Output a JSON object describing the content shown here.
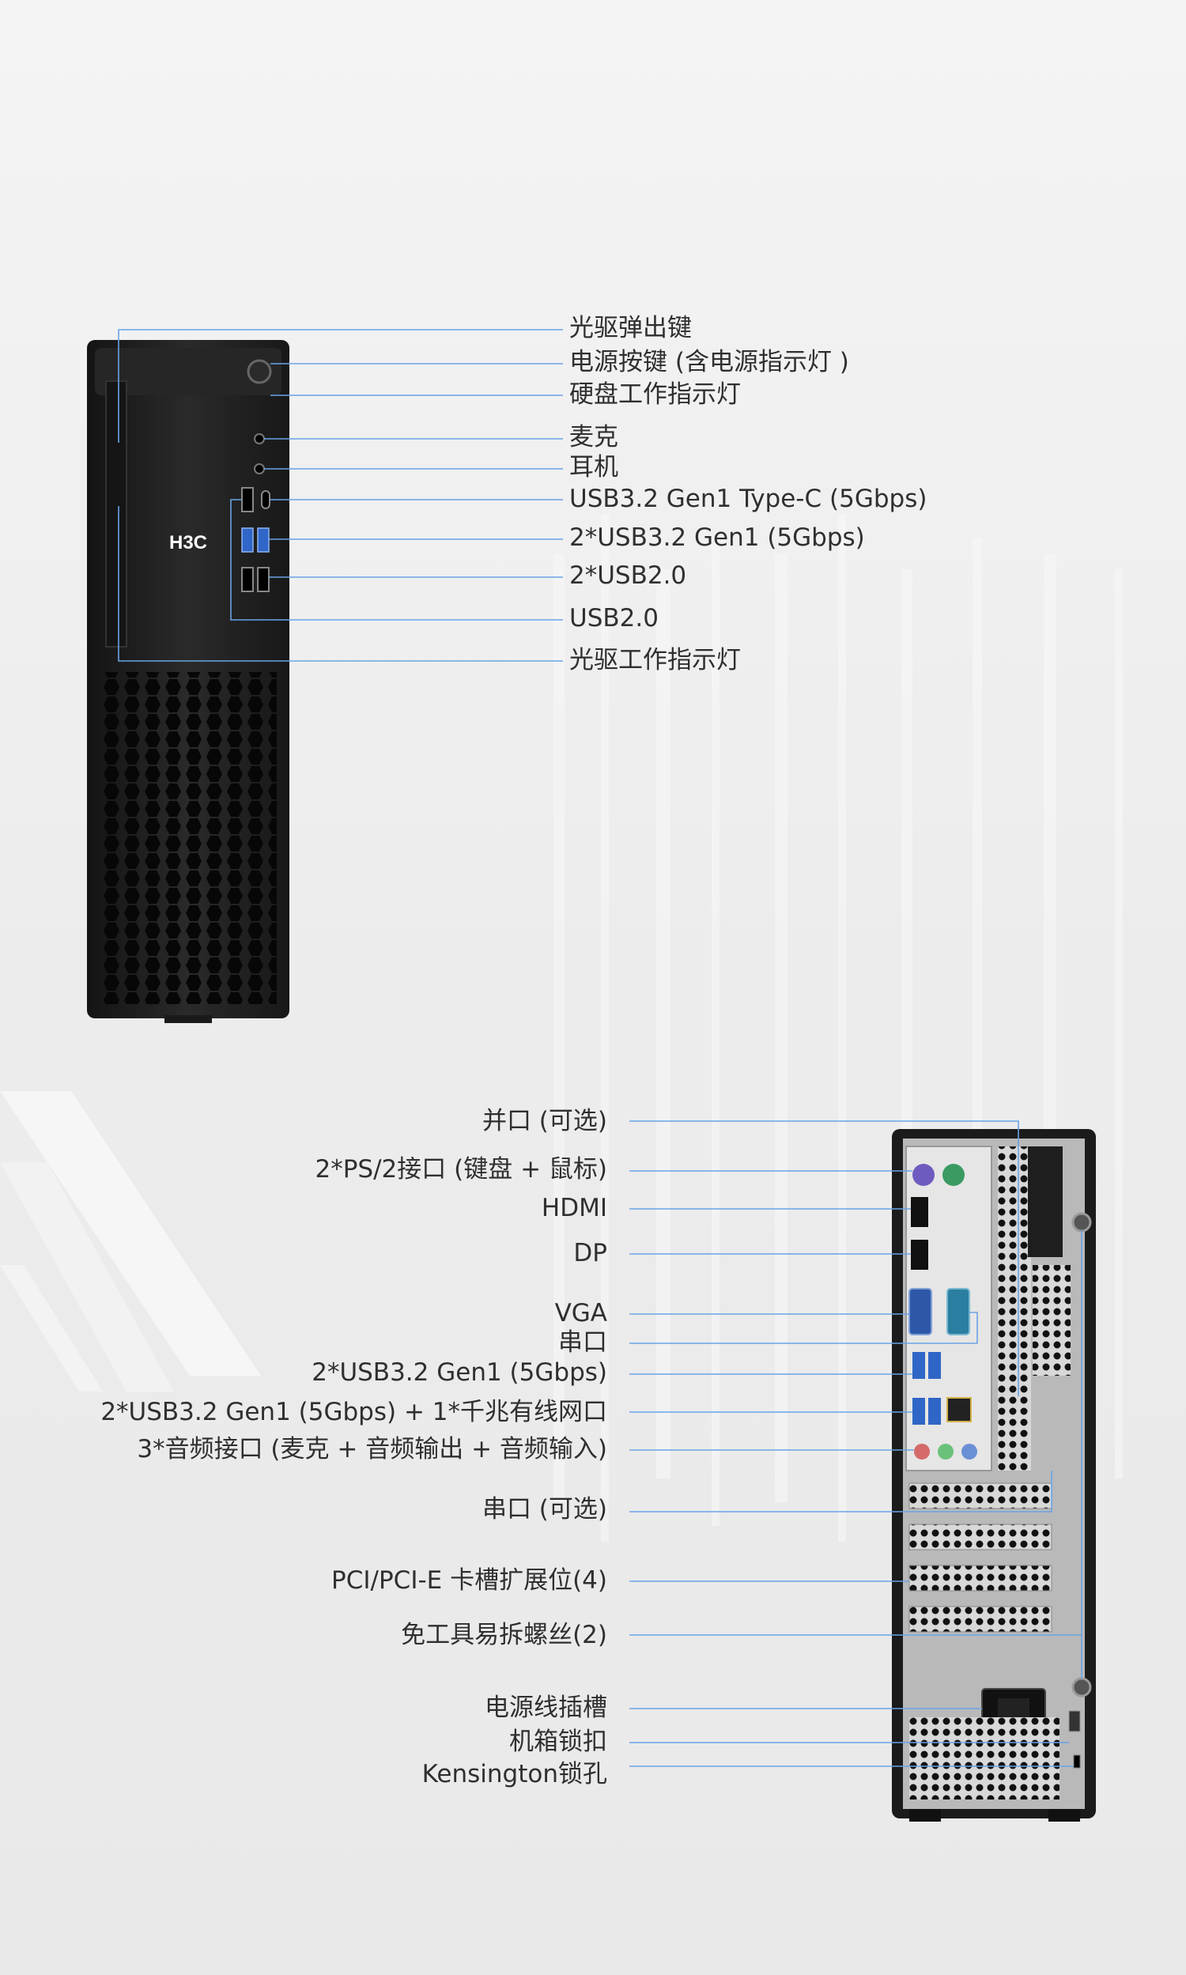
{
  "brand": {
    "logo_text": "H3C"
  },
  "front": {
    "labels": [
      {
        "id": "optical-eject-button",
        "text": "光驱弹出键"
      },
      {
        "id": "power-button",
        "text": "电源按键 (含电源指示灯 )"
      },
      {
        "id": "hdd-activity-led",
        "text": "硬盘工作指示灯"
      },
      {
        "id": "mic-jack",
        "text": "麦克"
      },
      {
        "id": "headphone-jack",
        "text": "耳机"
      },
      {
        "id": "usb-c-port",
        "text": "USB3.2 Gen1 Type-C (5Gbps)"
      },
      {
        "id": "usb32-ports",
        "text": "2*USB3.2 Gen1 (5Gbps)"
      },
      {
        "id": "usb20-ports",
        "text": "2*USB2.0"
      },
      {
        "id": "usb20-port",
        "text": "USB2.0"
      },
      {
        "id": "optical-activity-led",
        "text": "光驱工作指示灯"
      }
    ]
  },
  "rear": {
    "labels": [
      {
        "id": "parallel-port",
        "text": "并口 (可选)"
      },
      {
        "id": "ps2-ports",
        "text": "2*PS/2接口 (键盘 + 鼠标)"
      },
      {
        "id": "hdmi-port",
        "text": "HDMI"
      },
      {
        "id": "dp-port",
        "text": "DP"
      },
      {
        "id": "vga-port",
        "text": "VGA"
      },
      {
        "id": "serial-port",
        "text": "串口"
      },
      {
        "id": "usb32-rear-ports",
        "text": "2*USB3.2 Gen1 (5Gbps)"
      },
      {
        "id": "usb32-lan-ports",
        "text": "2*USB3.2 Gen1 (5Gbps) + 1*千兆有线网口"
      },
      {
        "id": "audio-jacks",
        "text": "3*音频接口 (麦克 + 音频输出 + 音频输入)"
      },
      {
        "id": "serial-port-optional",
        "text": "串口 (可选)"
      },
      {
        "id": "pci-slots",
        "text": "PCI/PCI-E 卡槽扩展位(4)"
      },
      {
        "id": "toolless-screws",
        "text": "免工具易拆螺丝(2)"
      },
      {
        "id": "power-socket",
        "text": "电源线插槽"
      },
      {
        "id": "chassis-lock",
        "text": "机箱锁扣"
      },
      {
        "id": "kensington-lock",
        "text": "Kensington锁孔"
      }
    ]
  },
  "colors": {
    "leader_line": "#6aa3e6",
    "case": "#1e1e1e",
    "text": "#2f2f2f"
  }
}
